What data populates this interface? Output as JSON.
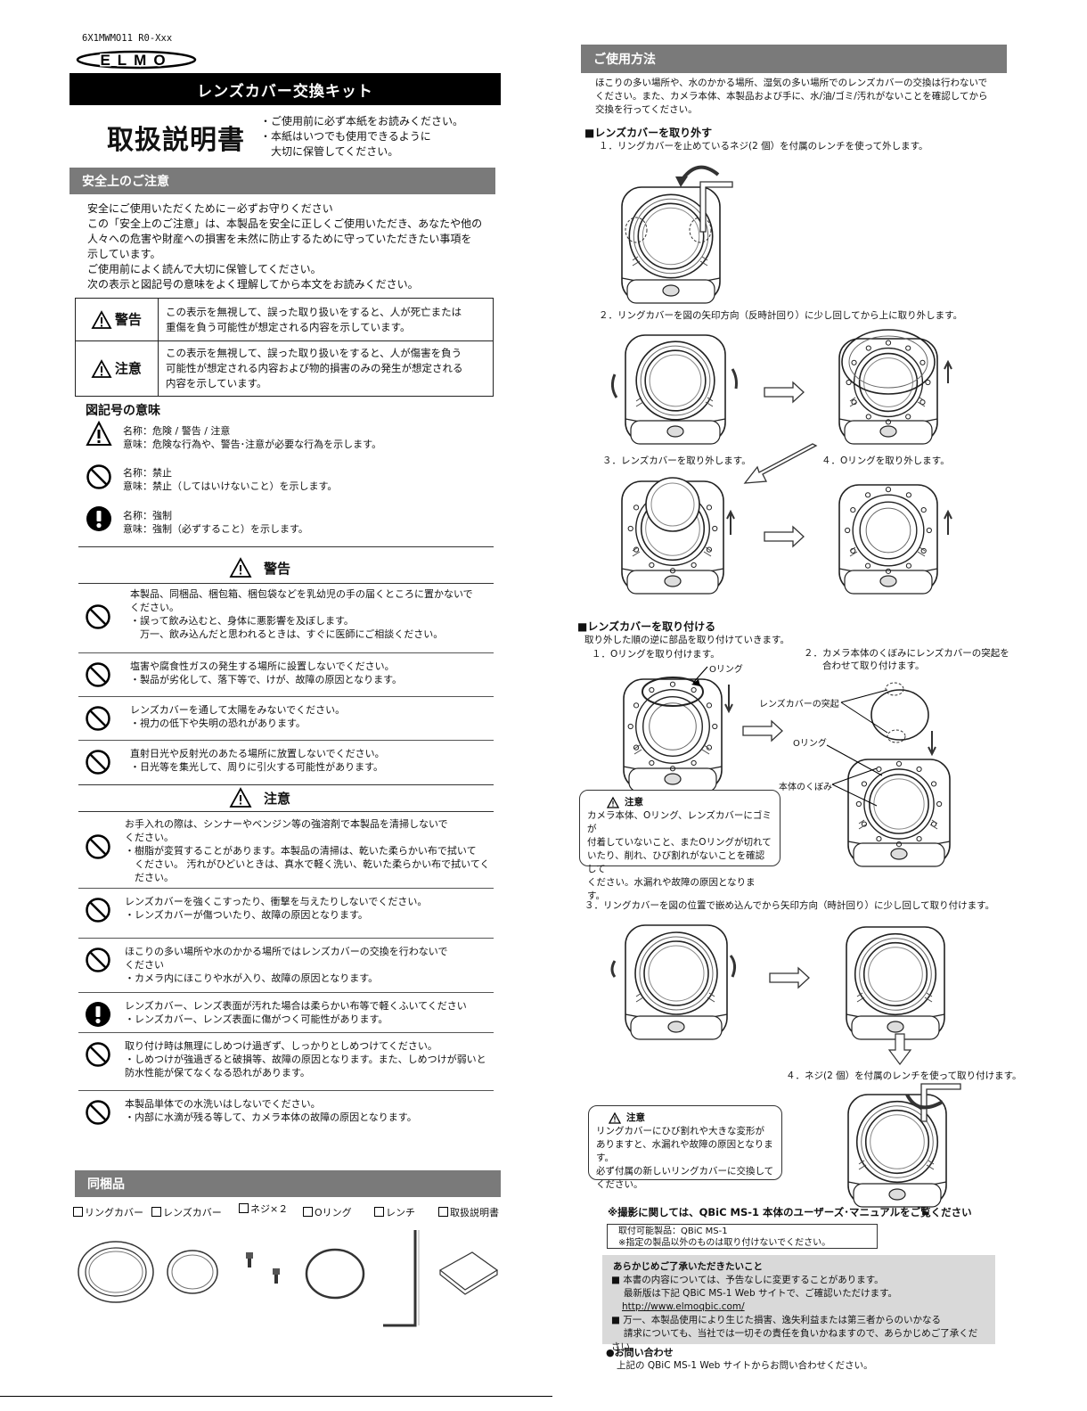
{
  "doc_code": "6X1MWMO11 R0-Xxx",
  "brand": "ELMO",
  "product_title": "レンズカバー交換キット",
  "manual_title": "取扱説明書",
  "intro_notes": [
    "・ご使用前に必ず本紙をお読みください。",
    "・本紙はいつでも使用できるように",
    "　大切に保管してください。"
  ],
  "safety": {
    "header": "安全上のご注意",
    "intro": [
      "安全にご使用いただくために－必ずお守りください",
      "この「安全上のご注意」は、本製品を安全に正しくご使用いただき、あなたや他の",
      "人々への危害や財産への損害を未然に防止するために守っていただきたい事項を",
      "示しています。",
      "ご使用前によく読んで大切に保管してください。",
      "次の表示と図記号の意味をよく理解してから本文をお読みください。"
    ],
    "warning_label": "警告",
    "warning_desc": [
      "この表示を無視して、誤った取り扱いをすると、人が死亡または",
      "重傷を負う可能性が想定される内容を示しています。"
    ],
    "caution_label": "注意",
    "caution_desc": [
      "この表示を無視して、誤った取り扱いをすると、人が傷害を負う",
      "可能性が想定される内容および物的損害のみの発生が想定される",
      "内容を示しています。"
    ],
    "symbols_header": "図記号の意味",
    "symbols": [
      {
        "name": "名称：危険 / 警告 / 注意",
        "meaning": "意味：危険な行為や、警告･注意が必要な行為を示します。"
      },
      {
        "name": "名称：禁止",
        "meaning": "意味：禁止（してはいけないこと）を示します。"
      },
      {
        "name": "名称：強制",
        "meaning": "意味：強制（必ずすること）を示します。"
      }
    ],
    "warning_heading": "警告",
    "warnings": [
      [
        "本製品、同梱品、梱包箱、梱包袋などを乳幼児の手の届くところに置かないで",
        "ください。",
        "・誤って飲み込むと、身体に悪影響を及ぼします。",
        "　万一、飲み込んだと思われるときは、すぐに医師にご相談ください。"
      ],
      [
        "塩害や腐食性ガスの発生する場所に設置しないでください。",
        "・製品が劣化して、落下等で、けが、故障の原因となります。"
      ],
      [
        "レンズカバーを通して太陽をみないでください。",
        "・視力の低下や失明の恐れがあります。"
      ],
      [
        "直射日光や反射光のあたる場所に放置しないでください。",
        "・日光等を集光して、周りに引火する可能性があります。"
      ]
    ],
    "caution_heading": "注意",
    "cautions": [
      [
        "お手入れの際は、シンナーやベンジン等の強溶剤で本製品を清掃しないで",
        "ください。",
        "・樹脂が変質することがあります。本製品の清掃は、乾いた柔らかい布で拭いて",
        "　ください。 汚れがひどいときは、真水で軽く洗い、乾いた柔らかい布で拭いてく",
        "　ださい。"
      ],
      [
        "レンズカバーを強くこすったり、衝撃を与えたりしないでください。",
        "・レンズカバーが傷ついたり、故障の原因となります。"
      ],
      [
        "ほこりの多い場所や水のかかる場所ではレンズカバーの交換を行わないで",
        "ください",
        "・カメラ内にほこりや水が入り、故障の原因となります。"
      ],
      [
        "レンズカバー、レンズ表面が汚れた場合は柔らかい布等で軽くふいてください",
        "・レンズカバー、レンズ表面に傷がつく可能性があります。"
      ],
      [
        "取り付け時は無理にしめつけ過ぎず、しっかりとしめつけてください。",
        "・しめつけが強過ぎると破損等、故障の原因となります。また、しめつけが弱いと",
        "防水性能が保てなくなる恐れがあります。"
      ],
      [
        "本製品単体での水洗いはしないでください。",
        "・内部に水滴が残る等して、カメラ本体の故障の原因となります。"
      ]
    ]
  },
  "contents": {
    "header": "同梱品",
    "items": [
      "リングカバー",
      "レンズカバー",
      "ネジ×２",
      "Oリング",
      "レンチ",
      "取扱説明書"
    ]
  },
  "usage": {
    "header": "ご使用方法",
    "intro": [
      "ほこりの多い場所や、水のかかる場所、湿気の多い場所でのレンズカバーの交換は行わないで",
      "ください。また、カメラ本体、本製品および手に、水/油/ゴミ/汚れがないことを確認してから",
      "交換を行ってください。"
    ],
    "remove_title": "■レンズカバーを取り外す",
    "remove_steps": [
      "１．リングカバーを止めているネジ(2 個）を付属のレンチを使って外します。",
      "２．リングカバーを図の矢印方向（反時計回り）に少し回してから上に取り外します。",
      "３．レンズカバーを取り外します。",
      "４．Oリングを取り外します。"
    ],
    "attach_title": "■レンズカバーを取り付ける",
    "attach_intro": "取り外した順の逆に部品を取り付けていきます。",
    "attach_step1": "１．Oリングを取り付けます。",
    "attach_step2": [
      "２．カメラ本体のくぼみにレンズカバーの突起を",
      "　　合わせて取り付けます。"
    ],
    "label_oring": "Oリング",
    "label_protrusion": "レンズカバーの突起",
    "label_oring2": "Oリング",
    "label_recess": "本体のくぼみ",
    "caution1_title": "注意",
    "caution1": [
      "カメラ本体、Oリング、レンズカバーにゴミが",
      "付着していないこと、またOリングが切れて",
      "いたり、削れ、ひび割れがないことを確認して",
      "ください。水漏れや故障の原因となります。"
    ],
    "attach_step3": "３．リングカバーを図の位置で嵌め込んでから矢印方向（時計回り）に少し回して取り付けます。",
    "attach_step4": "４．ネジ(2 個）を付属のレンチを使って取り付けます。",
    "caution2_title": "注意",
    "caution2": [
      "リングカバーにひび割れや大きな変形が",
      "ありますと、水漏れや故障の原因となります。",
      "必ず付属の新しいリングカバーに交換して",
      "ください。"
    ],
    "shooting_note": "※撮影に関しては、QBiC MS-1 本体のユーザーズ･マニュアルをご覧ください",
    "compat_line1": "取付可能製品：QBiC MS-1",
    "compat_line2": "※指定の製品以外のものは取り付けないでください。",
    "notice_title": "あらかじめご了承いただきたいこと",
    "notice_1a": "■ 本書の内容については、予告なしに変更することがあります。",
    "notice_1b": "　 最新版は下記 QBiC MS-1 Web サイトで、ご確認いただけます。",
    "notice_url": "http://www.elmoqbic.com/",
    "notice_2a": "■ 万一、本製品使用により生じた損害、逸失利益または第三者からのいかなる",
    "notice_2b": "　 請求についても、当社では一切その責任を負いかねますので、あらかじめご了承ください。",
    "contact_title": "●お問い合わせ",
    "contact_text": "上記の QBiC MS-1 Web サイトからお問い合わせください。"
  }
}
